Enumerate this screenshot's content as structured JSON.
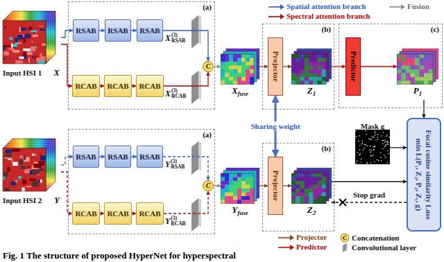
{
  "diagram": {
    "caption": "Fig. 1 The structure of proposed HyperNet for hyperspectral",
    "nodes": [
      {
        "text": [
          "Input HSI 1",
          "X"
        ]
      },
      {
        "text": [
          "(a)"
        ]
      },
      {
        "text": [
          "RSAB"
        ],
        "in": 1
      },
      {
        "text": [
          "RSAB"
        ],
        "in": 1
      },
      {
        "text": [
          "RSAB"
        ],
        "in": 1
      },
      {
        "text": [
          "RCAB"
        ],
        "in": 1
      },
      {
        "text": [
          "RCAB"
        ],
        "in": 1
      },
      {
        "text": [
          "RCAB"
        ],
        "in": 1
      },
      {
        "text": [
          "C"
        ],
        "in": 1
      },
      {
        "text": [
          "X",
          "fuse"
        ]
      },
      {
        "text": [
          "(b)"
        ]
      },
      {
        "text": [
          "Projector"
        ],
        "in": 10
      },
      {
        "text": [
          "Z",
          "1"
        ],
        "in": 10
      },
      {
        "text": [
          "(c)"
        ]
      },
      {
        "text": [
          "Predictor"
        ],
        "in": 13
      },
      {
        "text": [
          "P",
          "1"
        ],
        "in": 13
      },
      {
        "text": [
          "Mask g"
        ]
      },
      {
        "text": [
          "Focal cosine similarity Loss",
          "min L(P₁, Z₂, P₂, Z₁, g)"
        ]
      },
      {
        "text": [
          "Input HSI 2",
          "Y"
        ]
      },
      {
        "text": [
          "(a)"
        ]
      },
      {
        "text": [
          "RSAB"
        ],
        "in": 19
      },
      {
        "text": [
          "RSAB"
        ],
        "in": 19
      },
      {
        "text": [
          "RSAB"
        ],
        "in": 19
      },
      {
        "text": [
          "RCAB"
        ],
        "in": 19
      },
      {
        "text": [
          "RCAB"
        ],
        "in": 19
      },
      {
        "text": [
          "RCAB"
        ],
        "in": 19
      },
      {
        "text": [
          "C"
        ],
        "in": 19
      },
      {
        "text": [
          "Y",
          "fuse"
        ]
      },
      {
        "text": [
          "(b)"
        ]
      },
      {
        "text": [
          "Projector"
        ],
        "in": 28
      },
      {
        "text": [
          "Z",
          "2"
        ],
        "in": 28
      }
    ],
    "edges": [
      {
        "from": 0,
        "to": 2,
        "arrow": "to"
      },
      {
        "from": 0,
        "to": 5,
        "arrow": "to"
      },
      {
        "from": 2,
        "to": 3,
        "arrow": "to"
      },
      {
        "from": 3,
        "to": 4,
        "arrow": "to"
      },
      {
        "from": 5,
        "to": 6,
        "arrow": "to"
      },
      {
        "from": 6,
        "to": 7,
        "arrow": "to"
      },
      {
        "from": 4,
        "to": 8,
        "arrow": "to"
      },
      {
        "from": 7,
        "to": 8,
        "arrow": "to"
      },
      {
        "from": 8,
        "to": 9,
        "arrow": "to"
      },
      {
        "from": 9,
        "to": 11,
        "arrow": "to"
      },
      {
        "from": 11,
        "to": 12,
        "arrow": "to"
      },
      {
        "from": 12,
        "to": 14,
        "arrow": "to"
      },
      {
        "from": 14,
        "to": 15,
        "arrow": "to"
      },
      {
        "from": 15,
        "to": 17,
        "arrow": "to"
      },
      {
        "from": 16,
        "to": 17,
        "arrow": "to"
      },
      {
        "from": 11,
        "to": 29,
        "label": "Sharing weight",
        "arrow": "both"
      },
      {
        "from": 18,
        "to": 20,
        "arrow": "to"
      },
      {
        "from": 18,
        "to": 23,
        "arrow": "to"
      },
      {
        "from": 20,
        "to": 21,
        "arrow": "to"
      },
      {
        "from": 21,
        "to": 22,
        "arrow": "to"
      },
      {
        "from": 23,
        "to": 24,
        "arrow": "to"
      },
      {
        "from": 24,
        "to": 25,
        "arrow": "to"
      },
      {
        "from": 22,
        "to": 26,
        "arrow": "to"
      },
      {
        "from": 25,
        "to": 26,
        "arrow": "to"
      },
      {
        "from": 26,
        "to": 27,
        "arrow": "to"
      },
      {
        "from": 27,
        "to": 29,
        "arrow": "to"
      },
      {
        "from": 29,
        "to": 30,
        "arrow": "to"
      },
      {
        "from": 30,
        "to": 17,
        "arrow": "to"
      },
      {
        "from": 17,
        "to": 30,
        "label": "Stop grad",
        "arrow": "to"
      }
    ],
    "labels": [
      "X",
      "(3)",
      "RSAB",
      "X",
      "(3)",
      "RCAB",
      "Y",
      "(3)",
      "RSAB",
      "Y",
      "(3)",
      "RCAB",
      "C"
    ],
    "legend": [
      {
        "text": "Spatial attention branch"
      },
      {
        "text": "Fusion"
      },
      {
        "text": "Spectral attention branch"
      },
      {
        "text": "Projector"
      },
      {
        "text": "Predictor"
      },
      {
        "text": "Concatenation"
      },
      {
        "text": "Convolutional layer"
      }
    ]
  }
}
